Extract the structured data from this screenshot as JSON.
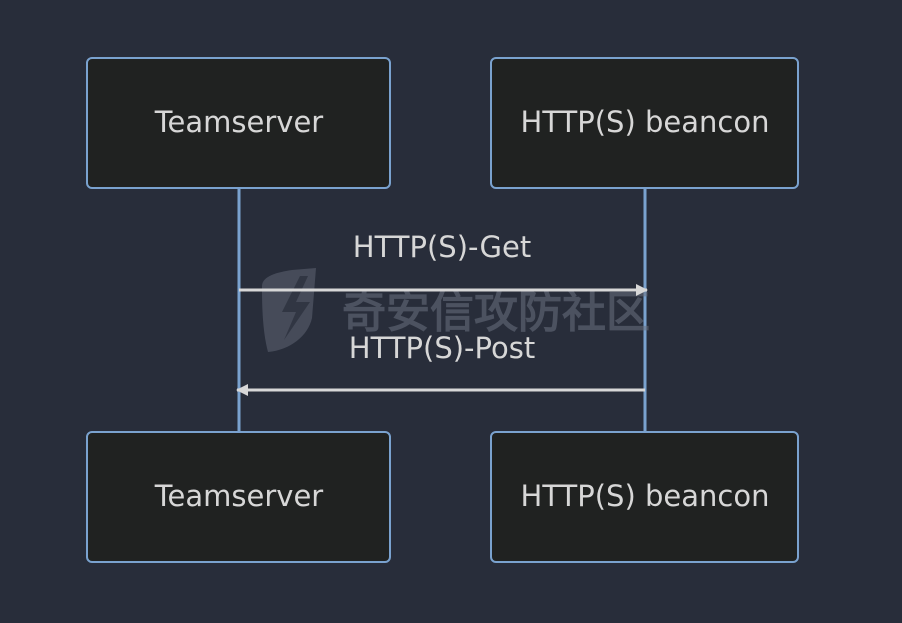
{
  "participants": [
    {
      "id": "teamserver",
      "label": "Teamserver"
    },
    {
      "id": "beacon",
      "label": "HTTP(S) beancon"
    }
  ],
  "messages": [
    {
      "from": "teamserver",
      "to": "beacon",
      "label": "HTTP(S)-Get"
    },
    {
      "from": "beacon",
      "to": "teamserver",
      "label": "HTTP(S)-Post"
    }
  ],
  "watermark": {
    "text": "奇安信攻防社区",
    "icon": "lightning-shield-icon"
  },
  "colors": {
    "background": "#282d3a",
    "actor_fill": "#202221",
    "actor_stroke": "#7aa2cf",
    "lifeline": "#7aa2cf",
    "message_line": "#d7d7d7",
    "text": "#d7d7d7"
  }
}
